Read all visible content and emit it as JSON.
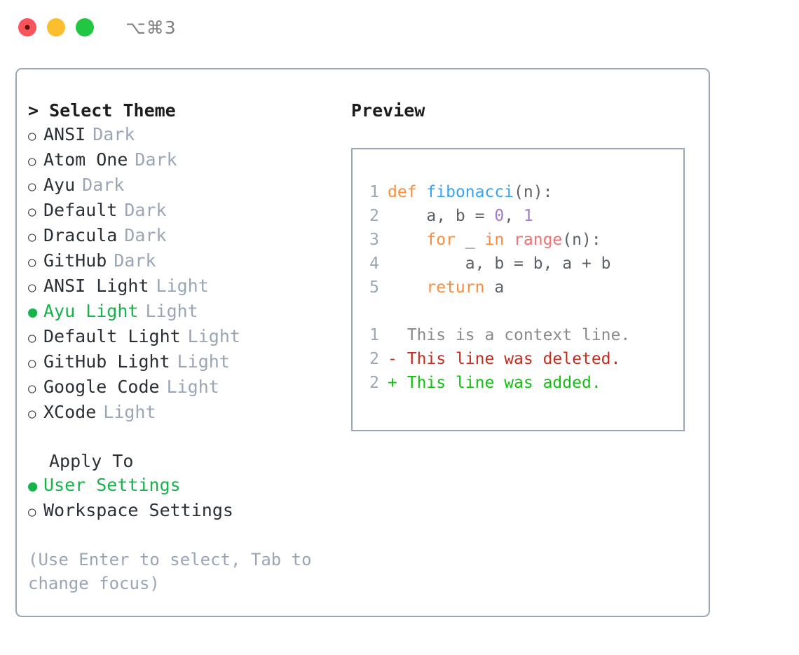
{
  "titlebar": {
    "shortcut": "⌥⌘3",
    "lights": [
      "close",
      "minimize",
      "maximize"
    ]
  },
  "theme_panel": {
    "header": "> Select Theme",
    "selected_theme": "Ayu Light",
    "items": [
      {
        "marker": "○",
        "label": "ANSI",
        "category": "Dark",
        "selected": false
      },
      {
        "marker": "○",
        "label": "Atom One",
        "category": "Dark",
        "selected": false
      },
      {
        "marker": "○",
        "label": "Ayu",
        "category": "Dark",
        "selected": false
      },
      {
        "marker": "○",
        "label": "Default",
        "category": "Dark",
        "selected": false
      },
      {
        "marker": "○",
        "label": "Dracula",
        "category": "Dark",
        "selected": false
      },
      {
        "marker": "○",
        "label": "GitHub",
        "category": "Dark",
        "selected": false
      },
      {
        "marker": "○",
        "label": "ANSI Light",
        "category": "Light",
        "selected": false
      },
      {
        "marker": "●",
        "label": "Ayu Light",
        "category": "Light",
        "selected": true
      },
      {
        "marker": "○",
        "label": "Default Light",
        "category": "Light",
        "selected": false
      },
      {
        "marker": "○",
        "label": "GitHub Light",
        "category": "Light",
        "selected": false
      },
      {
        "marker": "○",
        "label": "Google Code",
        "category": "Light",
        "selected": false
      },
      {
        "marker": "○",
        "label": "XCode",
        "category": "Light",
        "selected": false
      }
    ]
  },
  "apply_to": {
    "header": "Apply To",
    "selected_scope": "User Settings",
    "items": [
      {
        "marker": "●",
        "label": "User Settings",
        "selected": true
      },
      {
        "marker": "○",
        "label": "Workspace Settings",
        "selected": false
      }
    ]
  },
  "hint": "(Use Enter to select, Tab to change focus)",
  "preview": {
    "header": "Preview",
    "code_lines": [
      {
        "n": "1",
        "tokens": [
          {
            "t": "def",
            "c": "kw"
          },
          {
            "t": " ",
            "c": "pl"
          },
          {
            "t": "fibonacci",
            "c": "fn"
          },
          {
            "t": "(n):",
            "c": "pl"
          }
        ]
      },
      {
        "n": "2",
        "tokens": [
          {
            "t": "    a, b = ",
            "c": "pl"
          },
          {
            "t": "0",
            "c": "num"
          },
          {
            "t": ", ",
            "c": "pl"
          },
          {
            "t": "1",
            "c": "num"
          }
        ]
      },
      {
        "n": "3",
        "tokens": [
          {
            "t": "    ",
            "c": "pl"
          },
          {
            "t": "for",
            "c": "kw"
          },
          {
            "t": " _ ",
            "c": "pl"
          },
          {
            "t": "in",
            "c": "kw"
          },
          {
            "t": " ",
            "c": "pl"
          },
          {
            "t": "range",
            "c": "bi"
          },
          {
            "t": "(n):",
            "c": "pl"
          }
        ]
      },
      {
        "n": "4",
        "tokens": [
          {
            "t": "        a, b = b, a + b",
            "c": "pl"
          }
        ]
      },
      {
        "n": "5",
        "tokens": [
          {
            "t": "    ",
            "c": "pl"
          },
          {
            "t": "return",
            "c": "kw"
          },
          {
            "t": " a",
            "c": "pl"
          }
        ]
      }
    ],
    "diff_lines": [
      {
        "n": "1",
        "sign": " ",
        "text": "This is a context line.",
        "c": "cx"
      },
      {
        "n": "2",
        "sign": "-",
        "text": "This line was deleted.",
        "c": "del"
      },
      {
        "n": "2",
        "sign": "+",
        "text": "This line was added.",
        "c": "add"
      }
    ]
  },
  "colors": {
    "accent_green": "#16b24a",
    "muted": "#9aa6b5",
    "keyword": "#fa8d3e",
    "function": "#36a3f7",
    "number": "#a37acc",
    "builtin": "#f07171",
    "deleted": "#c42b1c",
    "added": "#11c10f",
    "border": "#9aa6b5"
  }
}
